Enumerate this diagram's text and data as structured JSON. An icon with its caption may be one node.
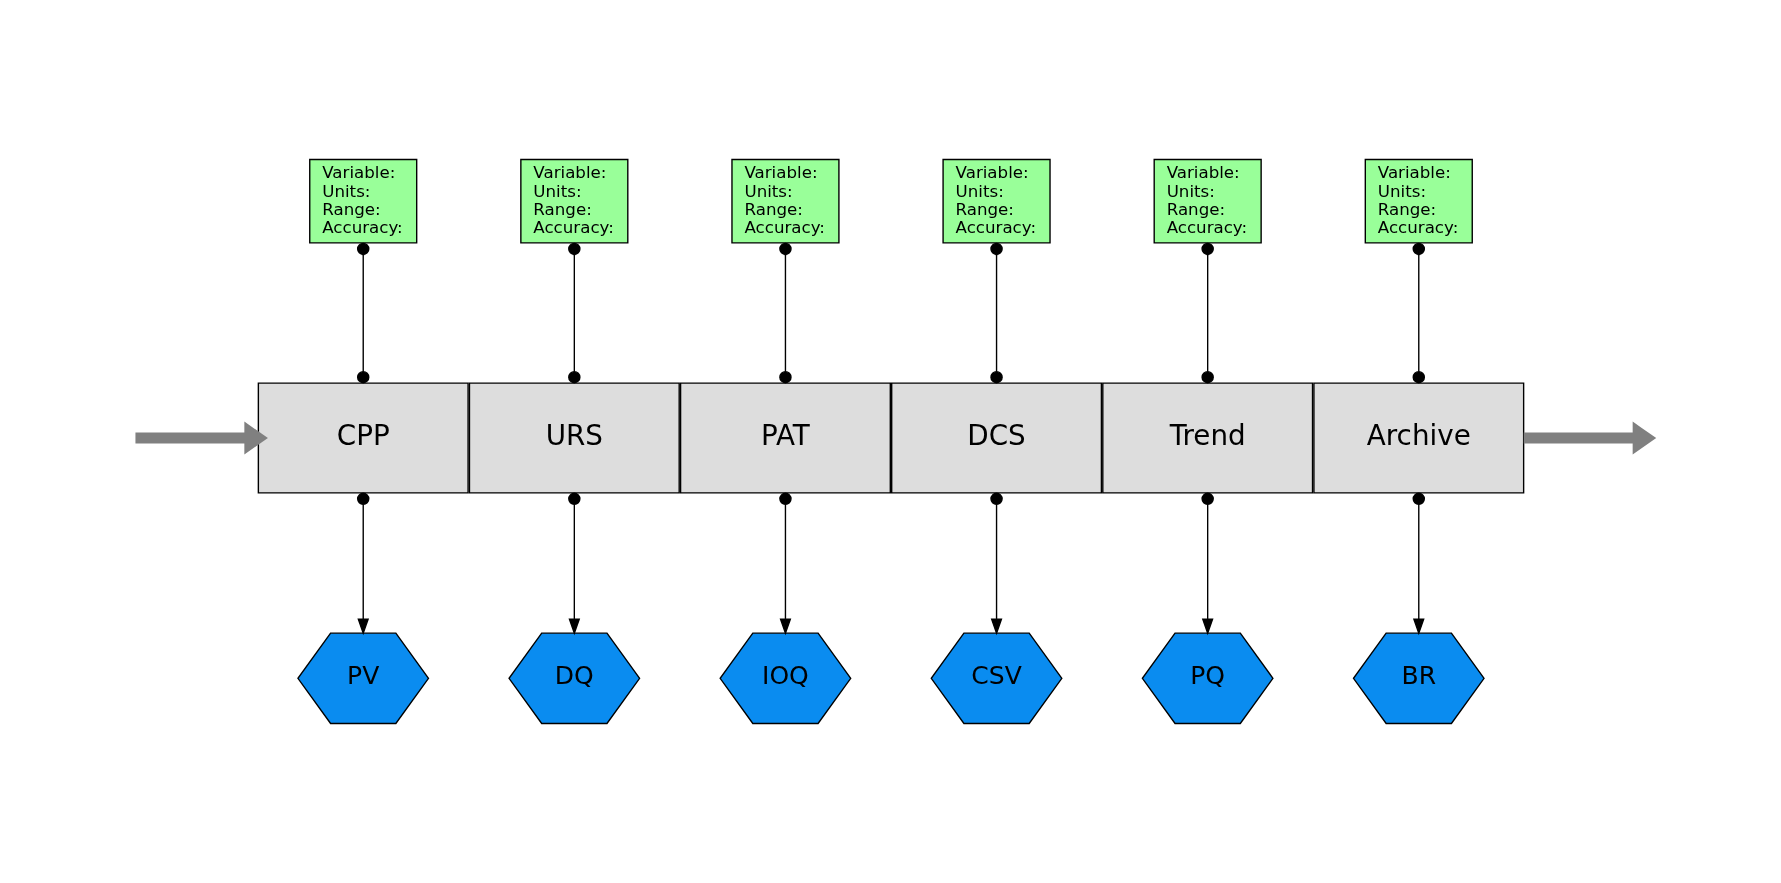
{
  "diagram": {
    "nodes": [
      {
        "text": [
          "Variable:",
          "Units:",
          "Range:",
          "Accuracy:"
        ]
      },
      {
        "text": [
          "Variable:",
          "Units:",
          "Range:",
          "Accuracy:"
        ]
      },
      {
        "text": [
          "Variable:",
          "Units:",
          "Range:",
          "Accuracy:"
        ]
      },
      {
        "text": [
          "Variable:",
          "Units:",
          "Range:",
          "Accuracy:"
        ]
      },
      {
        "text": [
          "Variable:",
          "Units:",
          "Range:",
          "Accuracy:"
        ]
      },
      {
        "text": [
          "Variable:",
          "Units:",
          "Range:",
          "Accuracy:"
        ]
      },
      {
        "text": [
          "CPP"
        ]
      },
      {
        "text": [
          "URS"
        ]
      },
      {
        "text": [
          "PAT"
        ]
      },
      {
        "text": [
          "DCS"
        ]
      },
      {
        "text": [
          "Trend"
        ]
      },
      {
        "text": [
          "Archive"
        ]
      },
      {
        "text": [
          "PV"
        ]
      },
      {
        "text": [
          "DQ"
        ]
      },
      {
        "text": [
          "IOQ"
        ]
      },
      {
        "text": [
          "CSV"
        ]
      },
      {
        "text": [
          "PQ"
        ]
      },
      {
        "text": [
          "BR"
        ]
      }
    ],
    "edges": [
      {
        "from": 0,
        "to": 6,
        "arrow": "other"
      },
      {
        "from": 1,
        "to": 7,
        "arrow": "other"
      },
      {
        "from": 2,
        "to": 8,
        "arrow": "other"
      },
      {
        "from": 3,
        "to": 9,
        "arrow": "other"
      },
      {
        "from": 4,
        "to": 10,
        "arrow": "other"
      },
      {
        "from": 5,
        "to": 11,
        "arrow": "other"
      },
      {
        "from": 6,
        "to": 12,
        "arrow": "to"
      },
      {
        "from": 7,
        "to": 13,
        "arrow": "to"
      },
      {
        "from": 8,
        "to": 14,
        "arrow": "to"
      },
      {
        "from": 9,
        "to": 15,
        "arrow": "to"
      },
      {
        "from": 10,
        "to": 16,
        "arrow": "to"
      },
      {
        "from": 11,
        "to": 17,
        "arrow": "to"
      },
      {
        "from": null,
        "to": 6,
        "arrow": "to",
        "style": "thick",
        "color": "#808080"
      },
      {
        "from": 11,
        "to": null,
        "arrow": "to",
        "style": "thick",
        "color": "#808080"
      }
    ]
  }
}
